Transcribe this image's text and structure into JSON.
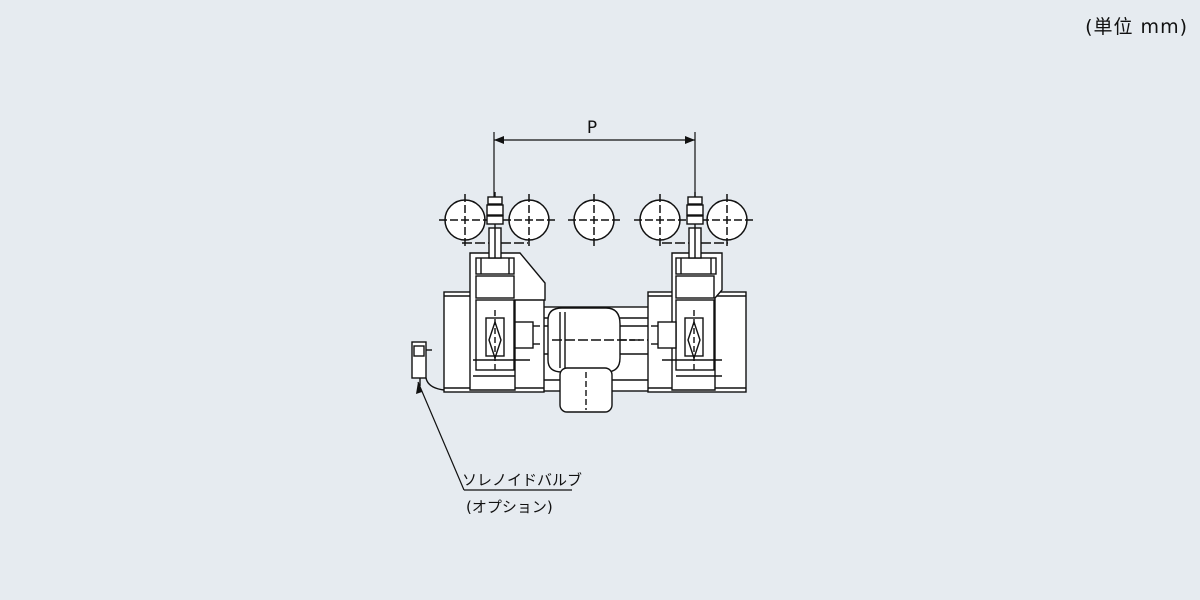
{
  "unit_label": "(単位 mm)",
  "dimension_label": "P",
  "callout": {
    "line1": "ソレノイドバルブ",
    "line2": "(オプション)"
  },
  "colors": {
    "background": "#e6ebf0",
    "line": "#111111",
    "fill": "#ffffff"
  }
}
